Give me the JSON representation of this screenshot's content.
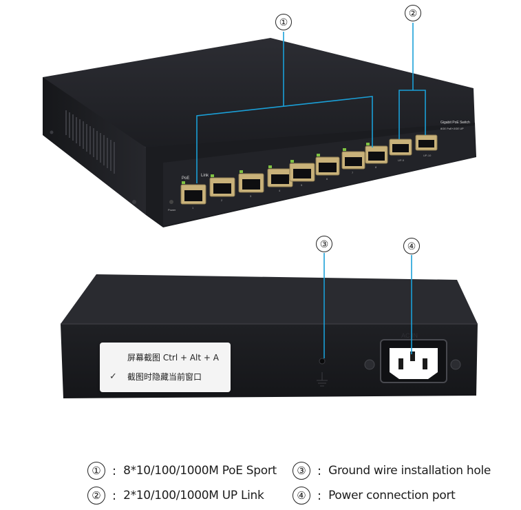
{
  "callouts": [
    "①",
    "②",
    "③",
    "④"
  ],
  "device_front": {
    "brand_text": "Gigabit PoE Switch",
    "spec_text": "8GE PoE+2GE UP",
    "led_labels": [
      "PoE",
      "Link"
    ],
    "power_led_label": "Power",
    "port_numbers": [
      "1",
      "2",
      "3",
      "4",
      "5",
      "6",
      "7",
      "8"
    ],
    "uplink_labels": [
      "UP-9",
      "UP-10"
    ]
  },
  "device_rear": {
    "power_label": "AC IN"
  },
  "context_menu": {
    "item1": "屏幕截图 Ctrl + Alt + A",
    "item2": "截图时隐藏当前窗口",
    "check_glyph": "✓"
  },
  "legend": [
    {
      "num": "①",
      "colon": ":",
      "text": "8*10/100/1000M PoE Sport"
    },
    {
      "num": "③",
      "colon": ":",
      "text": "Ground wire installation hole"
    },
    {
      "num": "②",
      "colon": ":",
      "text": "2*10/100/1000M UP Link"
    },
    {
      "num": "④",
      "colon": ":",
      "text": "Power connection port"
    }
  ],
  "colors": {
    "callout_line": "#1aa0d8",
    "device_body": "#1c1d21",
    "port_gold": "#c9b27a"
  }
}
